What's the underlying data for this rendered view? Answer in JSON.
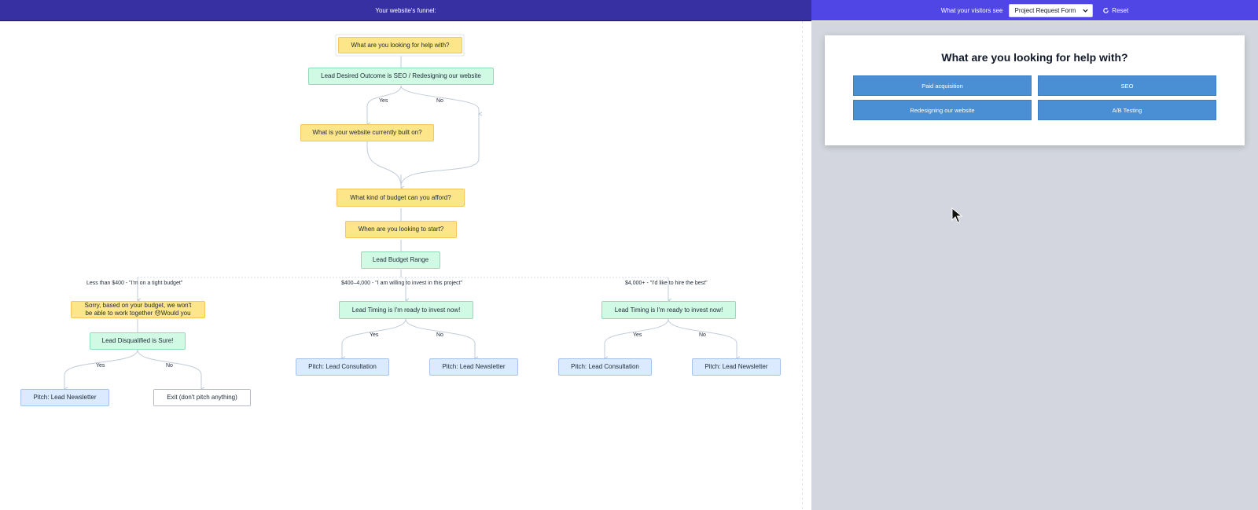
{
  "header": {
    "funnel_title": "Your website's funnel:",
    "visitors_label": "What your visitors see",
    "form_select_value": "Project Request Form",
    "reset_label": "Reset"
  },
  "funnel": {
    "nodes": {
      "q_help": "What are you looking for help with?",
      "c_outcome": "Lead Desired Outcome is SEO / Redesigning our website",
      "q_built": "What is your website currently built on?",
      "q_budget": "What kind of budget can you afford?",
      "q_start": "When are you looking to start?",
      "c_budget_range": "Lead Budget Range",
      "q_sorry": "Sorry, based on your budget, we won't be able to work together 😞Would you",
      "c_disqualified": "Lead Disqualified is Sure!",
      "p_newsletter_1": "Pitch: Lead Newsletter",
      "x_exit": "Exit (don't pitch anything)",
      "c_timing_1": "Lead Timing is I'm ready to invest now!",
      "p_consult_1": "Pitch: Lead Consultation",
      "p_newsletter_2": "Pitch: Lead Newsletter",
      "c_timing_2": "Lead Timing is I'm ready to invest now!",
      "p_consult_2": "Pitch: Lead Consultation",
      "p_newsletter_3": "Pitch: Lead Newsletter"
    },
    "branch_labels": {
      "low": "Less than $400 - \"I'm on a tight budget\"",
      "mid": "$400–4,000 - \"I am willing to invest in this project\"",
      "high": "$4,000+ - \"I'd like to hire the best\""
    },
    "yes": "Yes",
    "no": "No"
  },
  "preview": {
    "question": "What are you looking for help with?",
    "options": [
      "Paid acquisition",
      "SEO",
      "Redesigning our website",
      "A/B Testing"
    ]
  },
  "colors": {
    "topbar_left": "#3730a3",
    "topbar_right": "#4f46e5",
    "question_node": "#fde68a",
    "condition_node": "#d1fae5",
    "pitch_node": "#dbeafe",
    "option_button": "#4a8fd4",
    "preview_background": "#d3d6de"
  }
}
